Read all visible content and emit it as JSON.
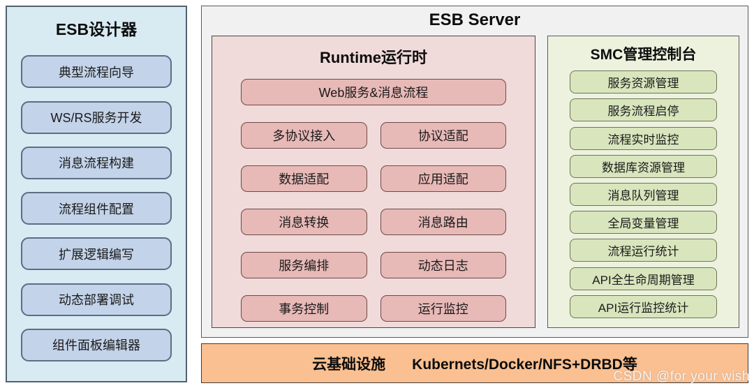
{
  "designer": {
    "title": "ESB设计器",
    "items": [
      "典型流程向导",
      "WS/RS服务开发",
      "消息流程构建",
      "流程组件配置",
      "扩展逻辑编写",
      "动态部署调试",
      "组件面板编辑器"
    ]
  },
  "server": {
    "title": "ESB Server",
    "runtime": {
      "title": "Runtime运行时",
      "wide_item": "Web服务&消息流程",
      "rows": [
        [
          "多协议接入",
          "协议适配"
        ],
        [
          "数据适配",
          "应用适配"
        ],
        [
          "消息转换",
          "消息路由"
        ],
        [
          "服务编排",
          "动态日志"
        ],
        [
          "事务控制",
          "运行监控"
        ]
      ]
    },
    "smc": {
      "title": "SMC管理控制台",
      "items": [
        "服务资源管理",
        "服务流程启停",
        "流程实时监控",
        "数据库资源管理",
        "消息队列管理",
        "全局变量管理",
        "流程运行统计",
        "API全生命周期管理",
        "API运行监控统计"
      ]
    }
  },
  "infra": {
    "title": "云基础设施",
    "detail": "Kubernets/Docker/NFS+DRBD等"
  },
  "watermark": "CSDN @for your wish",
  "colors": {
    "designer_bg": "#d8eaf2",
    "designer_btn": "#c3d3e9",
    "server_bg": "#f1f1f1",
    "runtime_bg": "#f0dbda",
    "runtime_btn": "#e7b9b7",
    "smc_bg": "#ecf2de",
    "smc_btn": "#d8e5bd",
    "infra_bg": "#fbc091"
  }
}
